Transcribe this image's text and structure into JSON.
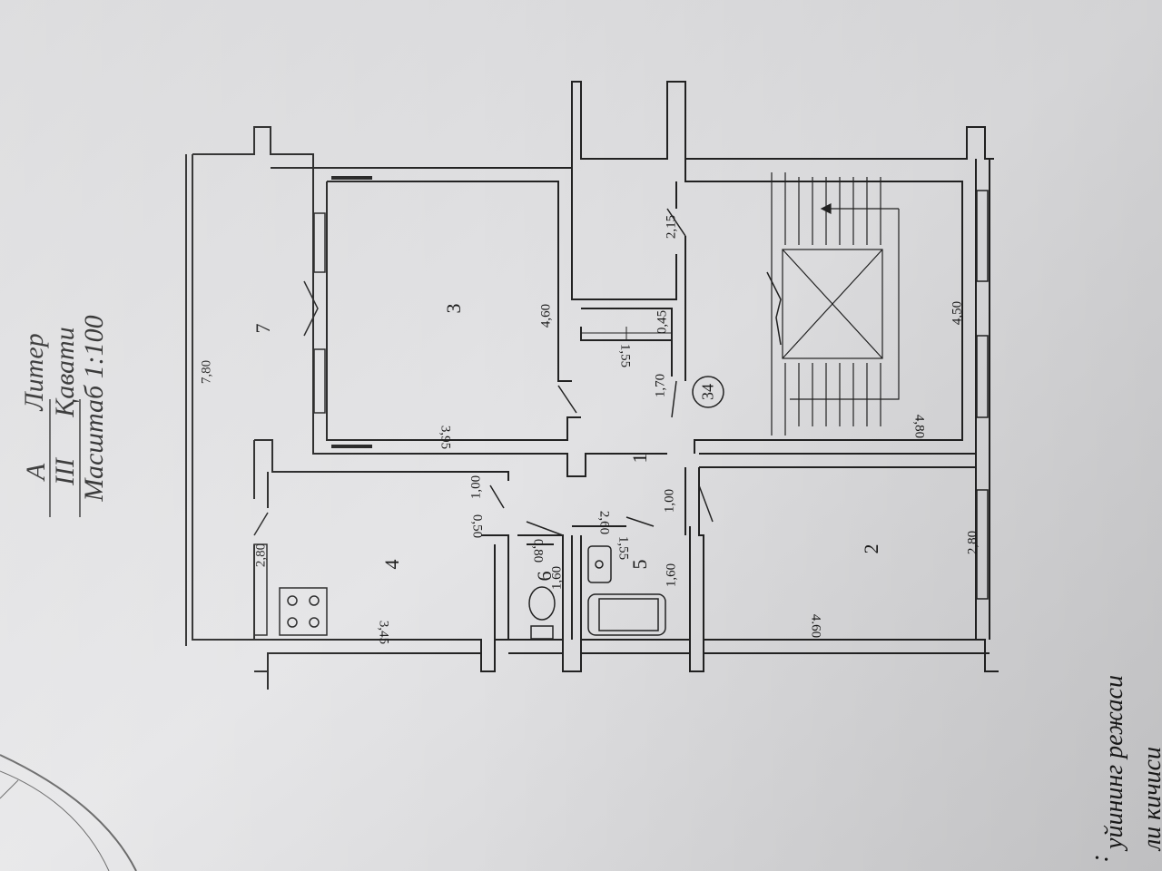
{
  "title": {
    "liter_letter": "А",
    "liter_word": "Литер",
    "floor_number": "III",
    "floor_word": "Қавати",
    "scale": "Масштаб 1:100"
  },
  "rooms": {
    "r1": "1",
    "r2": "2",
    "r3": "3",
    "r4": "4",
    "r5": "5",
    "r6": "6",
    "r7": "7"
  },
  "stair_number": "34",
  "dimensions": {
    "d780": "7,80",
    "d460_r3": "4,60",
    "d395": "3,95",
    "d215": "2,15",
    "d045": "0,45",
    "d155_hall": "1,55",
    "d170": "1,70",
    "d450": "4,50",
    "d480": "4,80",
    "d100_left": "1,00",
    "d050": "0,50",
    "d080": "0,80",
    "d160_wc": "1,60",
    "d260": "2,60",
    "d155_bath": "1,55",
    "d160_bath": "1,60",
    "d100_right": "1,00",
    "d280_kitchen": "2,80",
    "d345": "3,45",
    "d280_room2": "2,80",
    "d460_room2": "4.60"
  },
  "margin_text": {
    "line1": "уйининг режаси",
    "line2": "ли кичиси",
    "line3": ":"
  }
}
